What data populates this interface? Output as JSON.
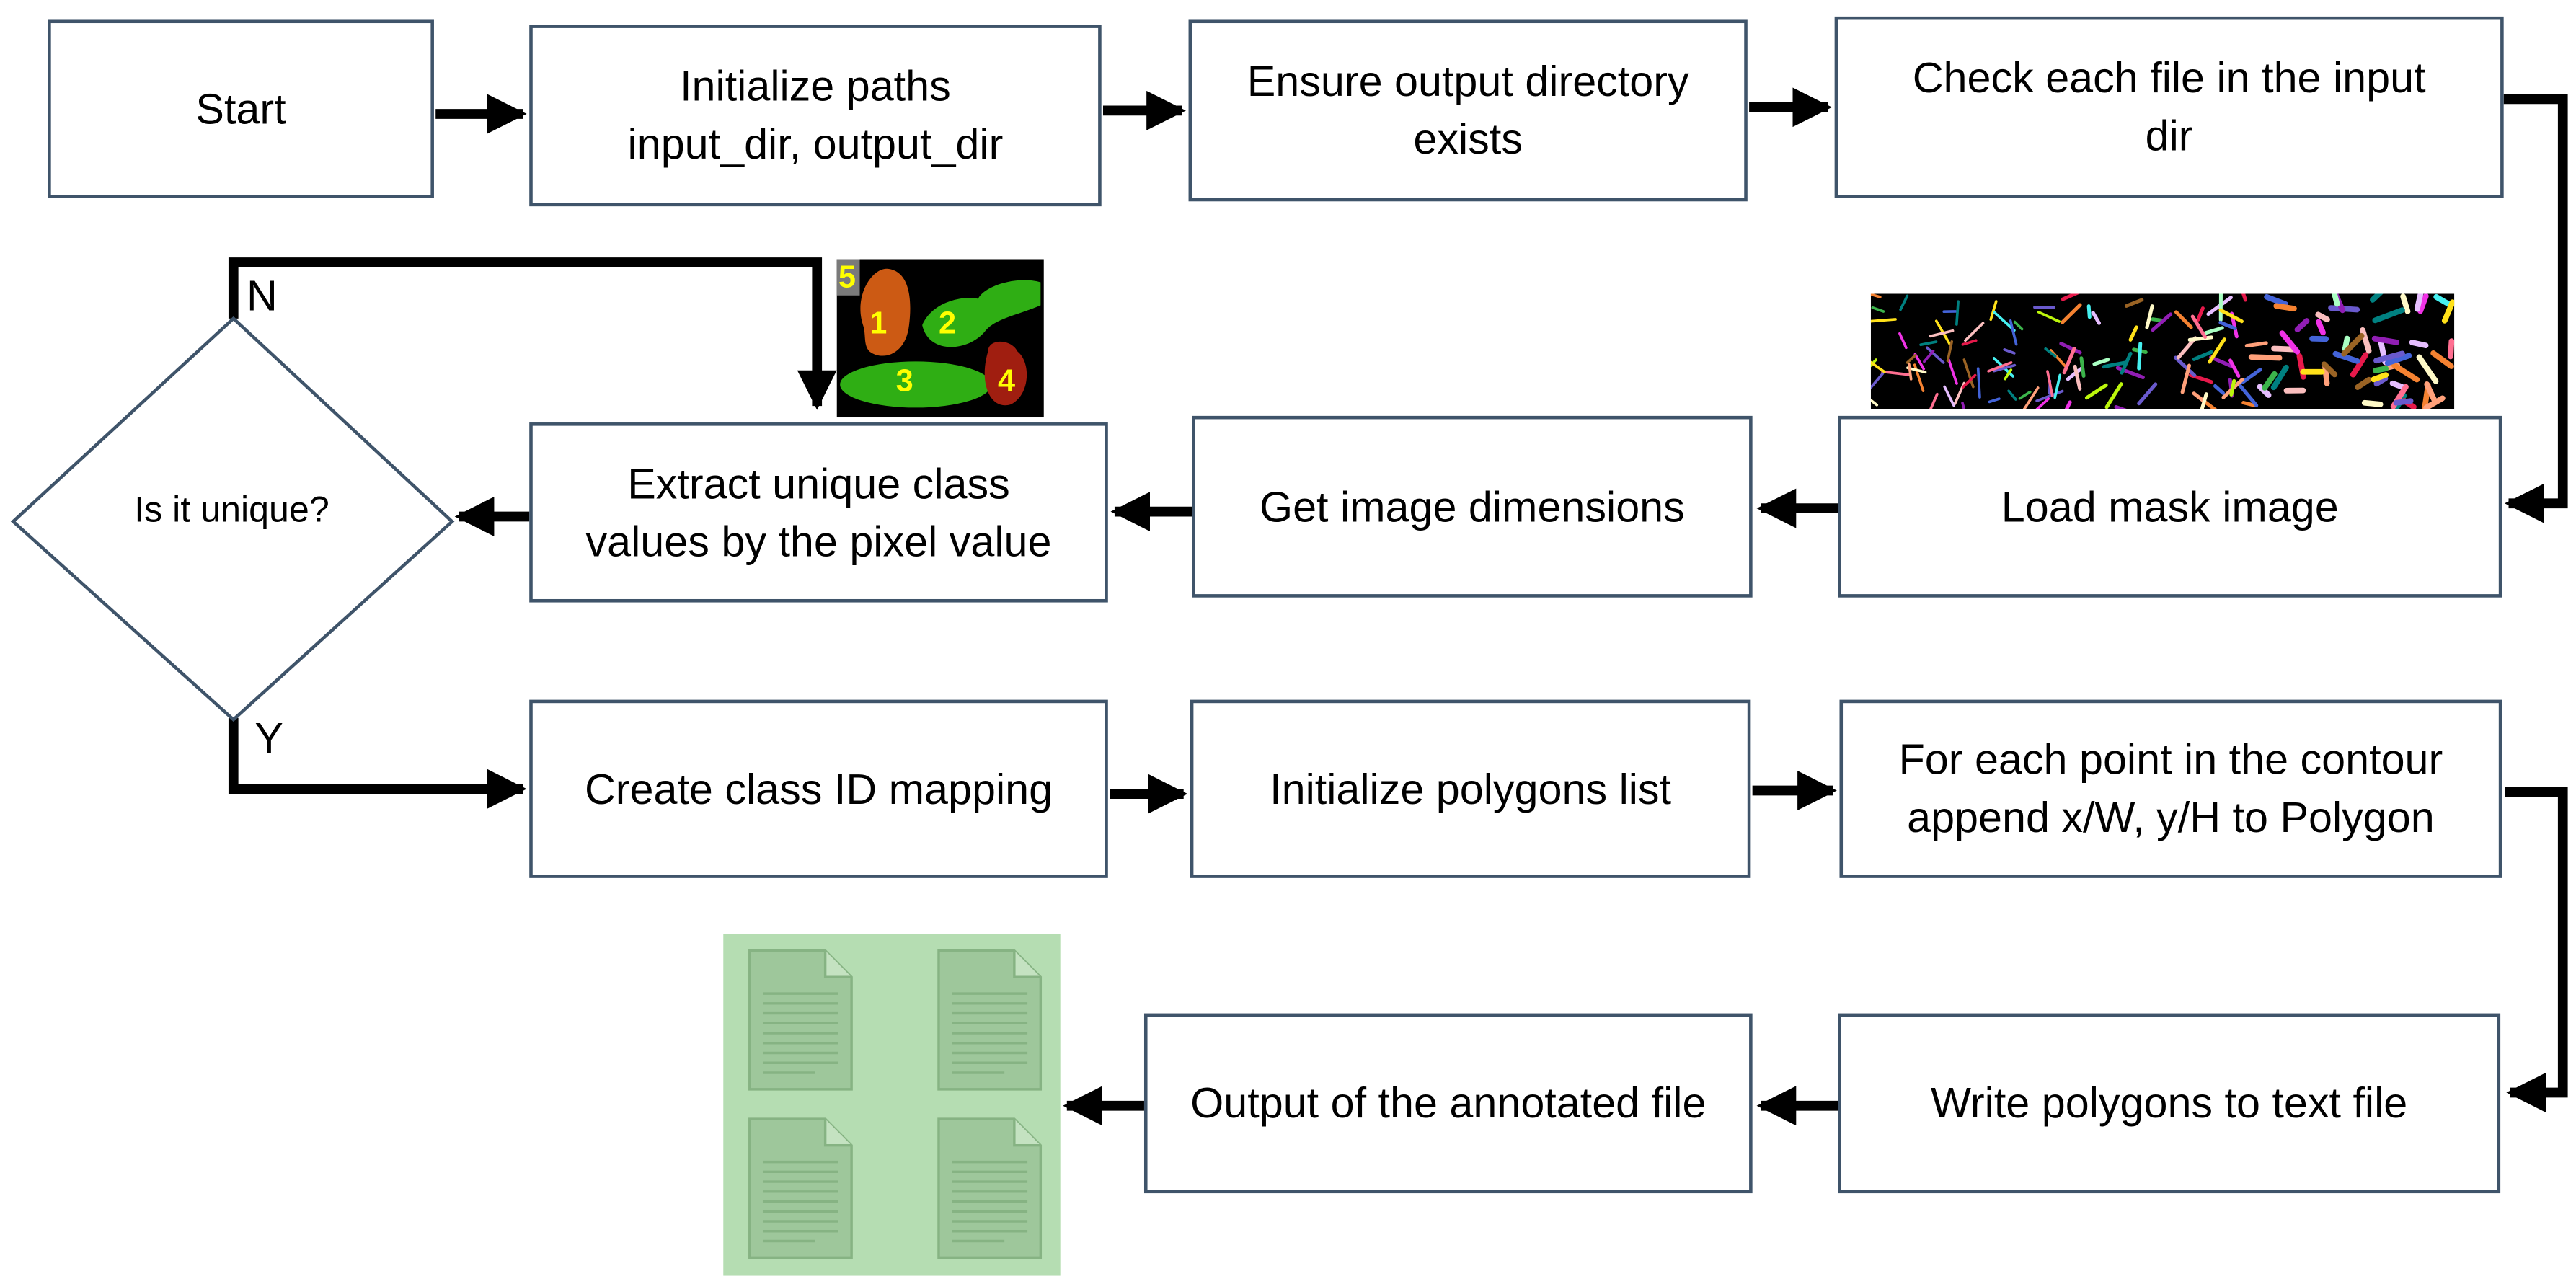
{
  "steps": {
    "start": "Start",
    "init_paths_1": "Initialize paths",
    "init_paths_2": "input_dir, output_dir",
    "ensure_dir_1": "Ensure output directory",
    "ensure_dir_2": "exists",
    "check_files_1": "Check each file in the input",
    "check_files_2": "dir",
    "load_mask": "Load mask image",
    "get_dims": "Get image dimensions",
    "extract_1": "Extract unique class",
    "extract_2": "values by the pixel value",
    "decision": "Is it unique?",
    "create_map": "Create class ID mapping",
    "init_poly": "Initialize polygons list",
    "contour_1": "For each point in the contour",
    "contour_2": "append x/W, y/H to Polygon",
    "write_poly": "Write polygons to text file",
    "output": "Output of the annotated file"
  },
  "branch_labels": {
    "no": "N",
    "yes": "Y"
  },
  "mask_numbers": [
    "1",
    "2",
    "3",
    "4",
    "5"
  ],
  "colors": {
    "box_border": "#3f546a",
    "arrow": "#000000",
    "mask_bg": "#000000",
    "mask_green": "#2fae14",
    "mask_orange": "#cc5a14",
    "mask_red": "#a01e10",
    "mask_number": "#ffff00",
    "files_bg": "#b5ddb2"
  },
  "icons": [
    "mask-preview-image",
    "mask-collage-image",
    "document-icon"
  ]
}
